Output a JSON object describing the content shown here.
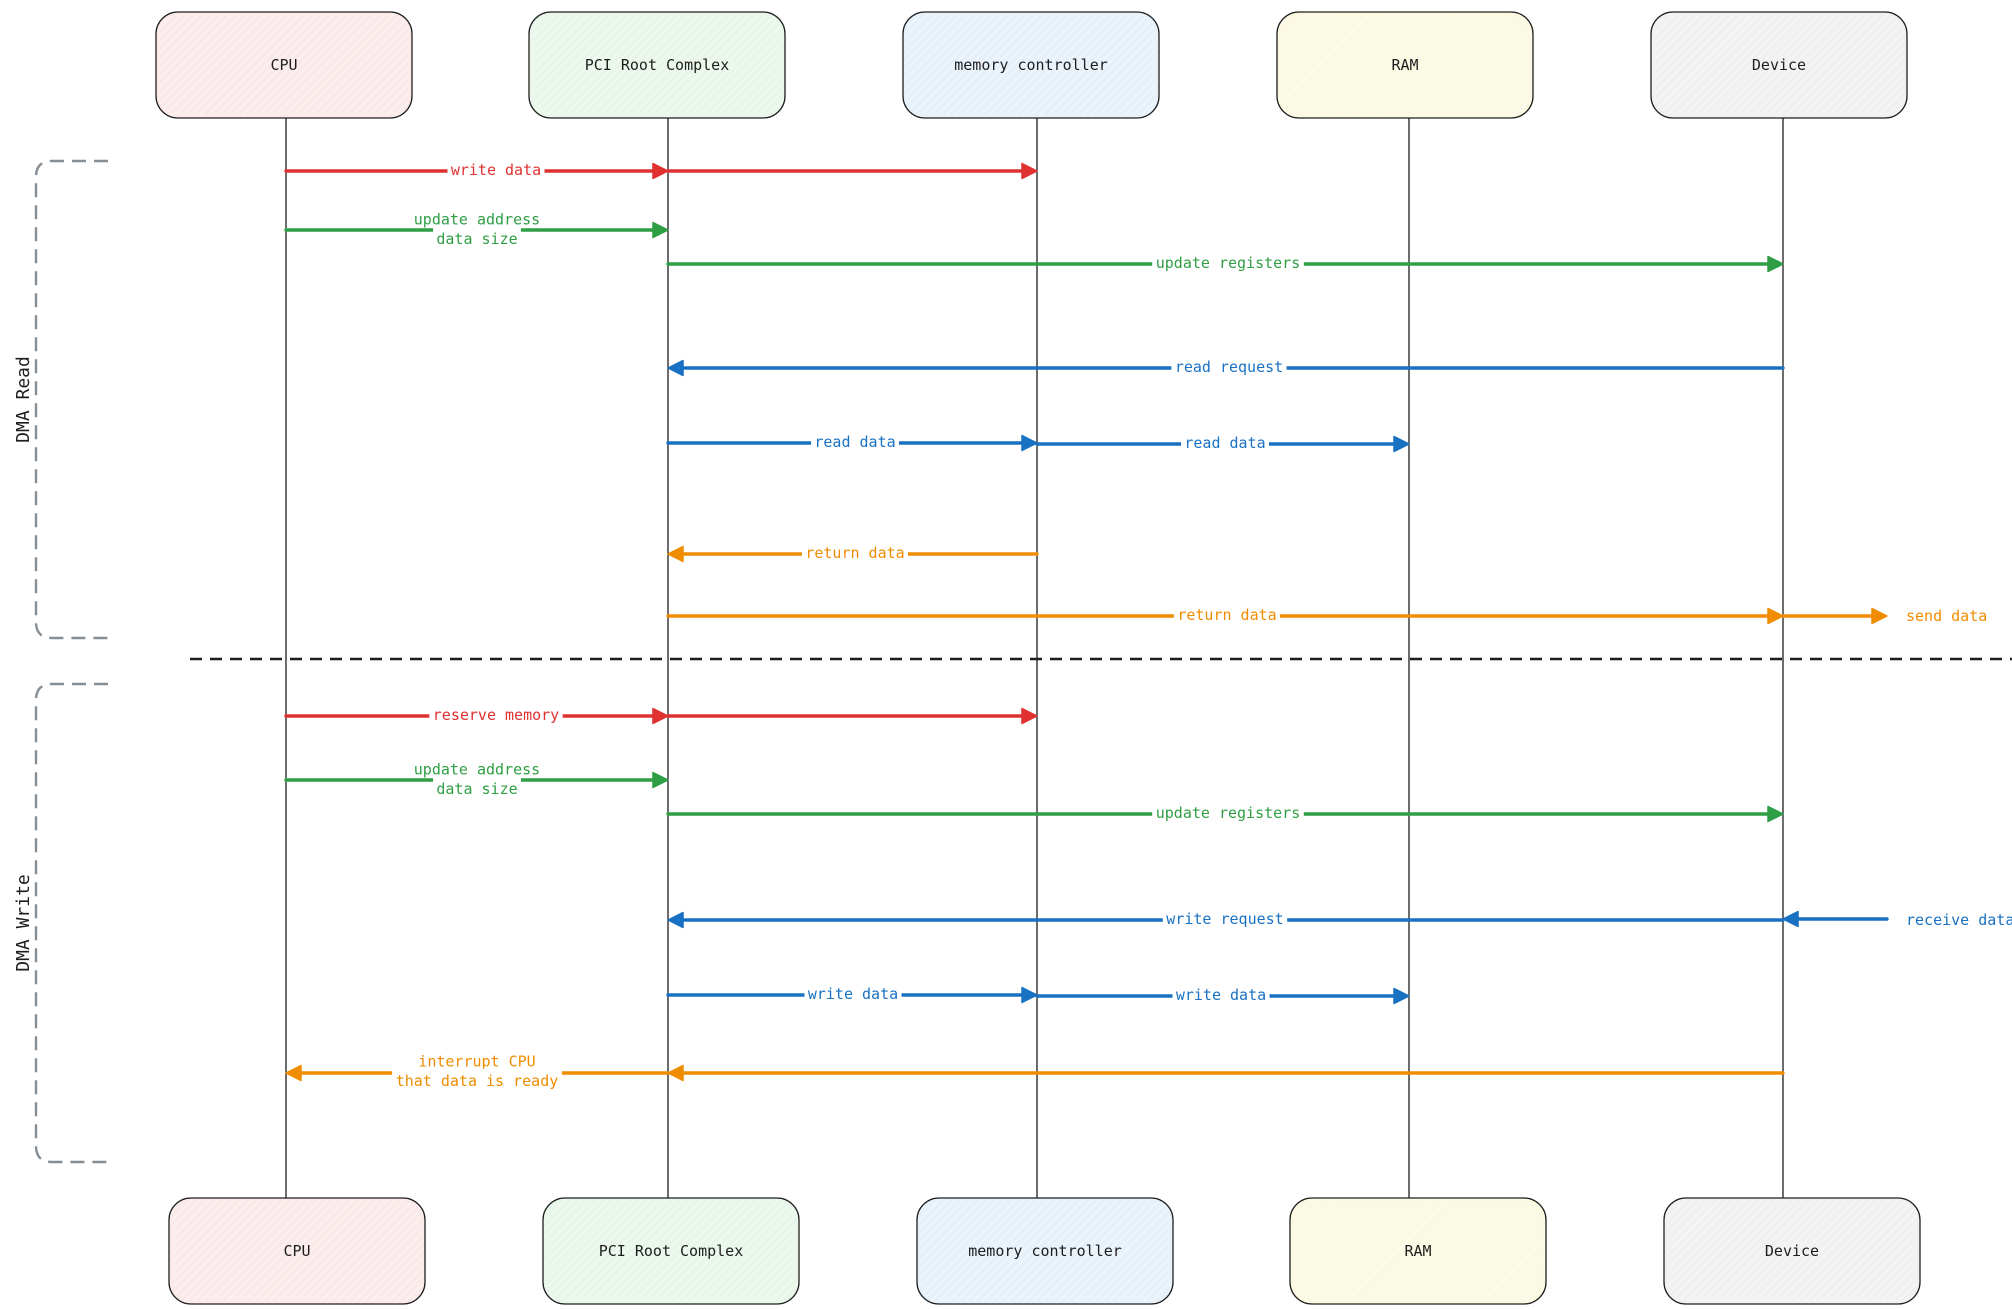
{
  "participants": [
    {
      "id": "cpu",
      "label": "CPU",
      "fill": "#fbeaea"
    },
    {
      "id": "pci",
      "label": "PCI Root Complex",
      "fill": "#e9f6ea"
    },
    {
      "id": "mem",
      "label": "memory controller",
      "fill": "#e7f1fa"
    },
    {
      "id": "ram",
      "label": "RAM",
      "fill": "#fbf9e2"
    },
    {
      "id": "dev",
      "label": "Device",
      "fill": "#f1f1f1"
    }
  ],
  "sections": {
    "read": "DMA Read",
    "write": "DMA Write"
  },
  "colors": {
    "red": "#e03131",
    "green": "#2f9e44",
    "blue": "#1971c2",
    "orange": "#f08c00",
    "lifeline": "#1e1e1e",
    "bracket": "#868e96"
  },
  "messages": [
    {
      "id": "write-data-1",
      "label": "write data",
      "color": "red"
    },
    {
      "id": "update-address-1",
      "label": "update address",
      "label2": "data size",
      "color": "green"
    },
    {
      "id": "update-registers-1",
      "label": "update registers",
      "color": "green"
    },
    {
      "id": "read-request",
      "label": "read request",
      "color": "blue"
    },
    {
      "id": "read-data-1",
      "label": "read data",
      "color": "blue"
    },
    {
      "id": "read-data-2",
      "label": "read data",
      "color": "blue"
    },
    {
      "id": "return-data-1",
      "label": "return data",
      "color": "orange"
    },
    {
      "id": "return-data-2",
      "label": "return data",
      "color": "orange"
    },
    {
      "id": "send-data",
      "label": "send data",
      "color": "orange"
    },
    {
      "id": "reserve-memory",
      "label": "reserve memory",
      "color": "red"
    },
    {
      "id": "update-address-2",
      "label": "update address",
      "label2": "data size",
      "color": "green"
    },
    {
      "id": "update-registers-2",
      "label": "update registers",
      "color": "green"
    },
    {
      "id": "write-request",
      "label": "write request",
      "color": "blue"
    },
    {
      "id": "receive-data",
      "label": "receive data",
      "color": "blue"
    },
    {
      "id": "write-data-2",
      "label": "write data",
      "color": "blue"
    },
    {
      "id": "write-data-3",
      "label": "write data",
      "color": "blue"
    },
    {
      "id": "interrupt-cpu",
      "label": "interrupt CPU",
      "label2": "that data is ready",
      "color": "orange"
    }
  ]
}
